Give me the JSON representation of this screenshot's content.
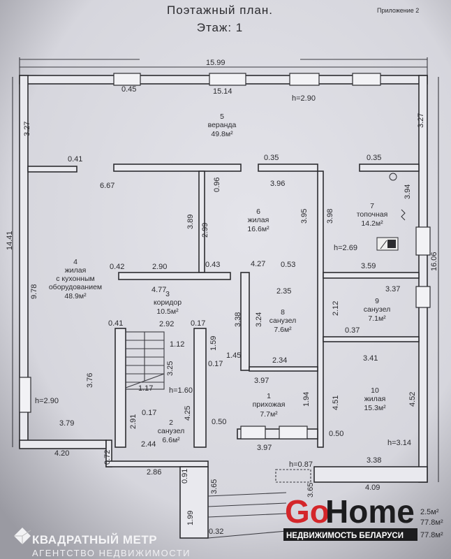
{
  "header": {
    "title_line1": "Поэтажный план.",
    "title_line2": "Этаж: 1",
    "appendix": "Приложение 2"
  },
  "rooms": [
    {
      "num": "1",
      "name": "прихожая",
      "area": "7.7м²"
    },
    {
      "num": "2",
      "name": "санузел",
      "area": "6.6м²"
    },
    {
      "num": "3",
      "name": "коридор",
      "area": "10.5м²"
    },
    {
      "num": "4",
      "name": "жилая",
      "name2": "с кухонным",
      "name3": "оборудованием",
      "area": "48.9м²"
    },
    {
      "num": "5",
      "name": "веранда",
      "area": "49.8м²"
    },
    {
      "num": "6",
      "name": "жилая",
      "area": "16.6м²"
    },
    {
      "num": "7",
      "name": "топочная",
      "area": "14.2м²"
    },
    {
      "num": "8",
      "name": "санузел",
      "area": "7.6м²"
    },
    {
      "num": "9",
      "name": "санузел",
      "area": "7.1м²"
    },
    {
      "num": "10",
      "name": "жилая",
      "area": "15.3м²"
    }
  ],
  "dims": [
    "15.99",
    "0.45",
    "15.14",
    "h=2.90",
    "3.27",
    "3.27",
    "0.41",
    "0.35",
    "0.35",
    "6.67",
    "0.96",
    "3.96",
    "3.94",
    "3.89",
    "2.99",
    "3.95",
    "3.98",
    "14.41",
    "16.06",
    "h=2.69",
    "0.42",
    "2.90",
    "0.43",
    "4.27",
    "0.53",
    "3.59",
    "4.77",
    "9.78",
    "2.35",
    "3.37",
    "3.38",
    "3.24",
    "2.12",
    "0.37",
    "0.41",
    "2.92",
    "0.17",
    "1.12",
    "1.59",
    "1.45",
    "0.17",
    "2.34",
    "3.41",
    "3.76",
    "3.25",
    "1.17",
    "h=1.60",
    "3.97",
    "1.94",
    "4.51",
    "4.52",
    "h=2.90",
    "0.17",
    "2.91",
    "4.25",
    "0.50",
    "0.50",
    "3.79",
    "2.44",
    "3.97",
    "h=3.14",
    "4.20",
    "0.72",
    "h=0.87",
    "3.38",
    "2.86",
    "0.91",
    "3.65",
    "4.09",
    "3.65",
    "1.99",
    "0.32"
  ],
  "totals": [
    "2.5м²",
    "77.8м²",
    "77.8м²"
  ],
  "watermarks": {
    "gohome_go": "Go",
    "gohome_home": "Home",
    "gohome_sub": "НЕДВИЖИМОСТЬ БЕЛАРУСИ",
    "km_title": "КВАДРАТНЫЙ МЕТР",
    "km_sub": "АГЕНТСТВО НЕДВИЖИМОСТИ"
  },
  "colors": {
    "gohome_red": "#d4262a",
    "paper": "#d8d8df",
    "ink": "#2a2a2e"
  }
}
